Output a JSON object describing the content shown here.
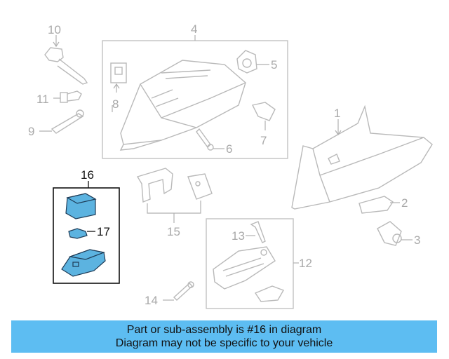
{
  "colors": {
    "highlight": "#5cb3e0",
    "banner": "#5dbdf2",
    "line": "#b9b9b9"
  },
  "callouts": {
    "c1": "1",
    "c2": "2",
    "c3": "3",
    "c4": "4",
    "c5": "5",
    "c6": "6",
    "c7": "7",
    "c8": "8",
    "c9": "9",
    "c10": "10",
    "c11": "11",
    "c12": "12",
    "c13": "13",
    "c14": "14",
    "c15": "15",
    "c16": "16",
    "c17": "17"
  },
  "highlighted_part": "16",
  "banner": {
    "line1": "Part or sub-assembly is #16 in diagram",
    "line2": "Diagram may not be specific to your vehicle"
  }
}
